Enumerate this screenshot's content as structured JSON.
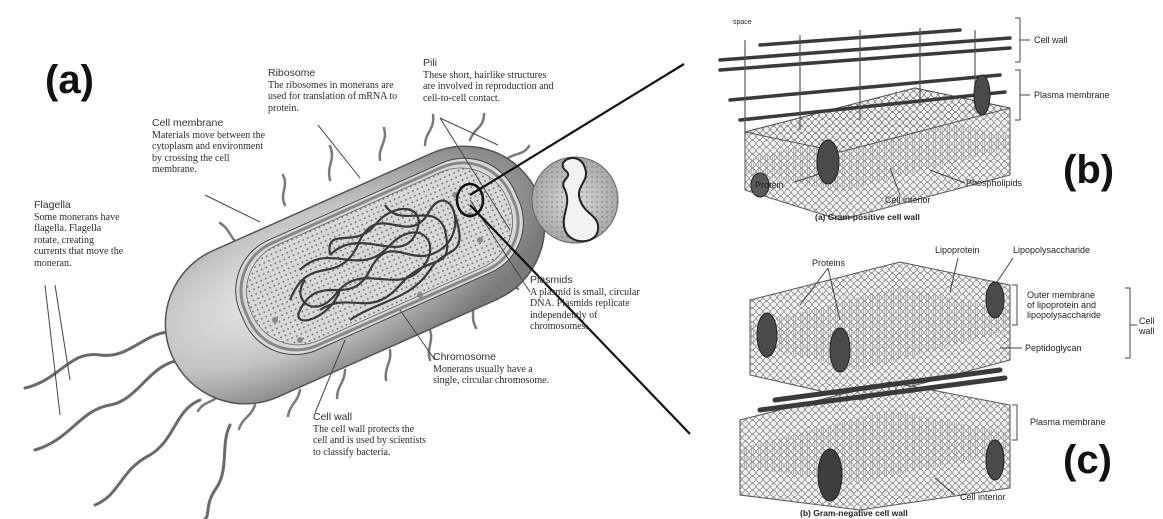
{
  "panels": {
    "a": "(a)",
    "b": "(b)",
    "c": "(c)"
  },
  "bacterium": {
    "ribosome": {
      "title": "Ribosome",
      "text": "The ribosomes in monerans are used for translation of mRNA to protein."
    },
    "pili": {
      "title": "Pili",
      "text": "These short, hairlike structures are involved in reproduction and cell-to-cell contact."
    },
    "cell_membrane": {
      "title": "Cell membrane",
      "text": "Materials move between the cytoplasm and environment by crossing the cell membrane."
    },
    "flagella": {
      "title": "Flagella",
      "text": "Some monerans have flagella. Flagella rotate, creating currents that move the moneran."
    },
    "plasmids": {
      "title": "Plasmids",
      "text": "A plasmid is small, circular DNA. Plasmids replicate independently of chromosomes."
    },
    "chromosome": {
      "title": "Chromosome",
      "text": "Monerans usually have a single, circular chromosome."
    },
    "cell_wall": {
      "title": "Cell wall",
      "text": "The cell wall protects the cell and is used by scientists to classify bacteria."
    }
  },
  "gram_positive": {
    "corner_label": "space",
    "cell_wall": "Cell wall",
    "plasma_membrane": "Plasma membrane",
    "phospholipids": "Phospholipids",
    "protein": "Protein",
    "cell_interior": "Cell interior",
    "caption": "(a) Gram-positive cell wall"
  },
  "gram_negative": {
    "lipoprotein": "Lipoprotein",
    "lipopolysaccharide": "Lipopolysaccharide",
    "proteins": "Proteins",
    "outer_membrane_1": "Outer membrane",
    "outer_membrane_2": "of lipoprotein and",
    "outer_membrane_3": "lipopolysaccharide",
    "cell_wall_1": "Cell",
    "cell_wall_2": "wall",
    "peptidoglycan": "Peptidoglycan",
    "plasma_membrane": "Plasma membrane",
    "cell_interior": "Cell interior",
    "caption": "(b) Gram-negative cell wall"
  },
  "colors": {
    "cell_body": "#c9c9c9",
    "cell_dark": "#6e6e6e",
    "membrane_bead": "#e6e6e6",
    "protein": "#4a4a4a",
    "line": "#333333"
  }
}
